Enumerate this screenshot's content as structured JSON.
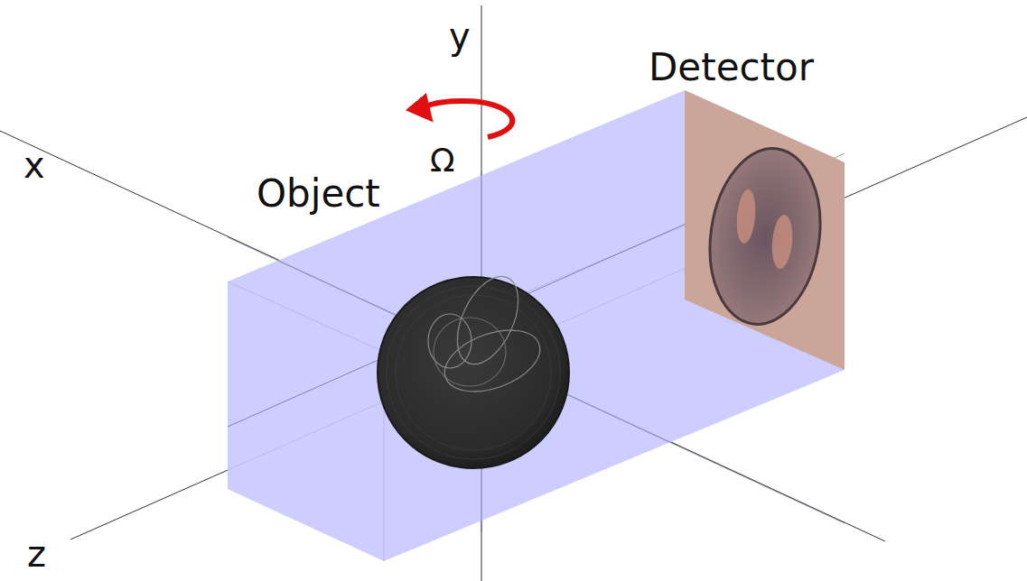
{
  "diagram": {
    "labels": [
      "y",
      "x",
      "z",
      "Object",
      "Detector",
      "Ω"
    ]
  }
}
